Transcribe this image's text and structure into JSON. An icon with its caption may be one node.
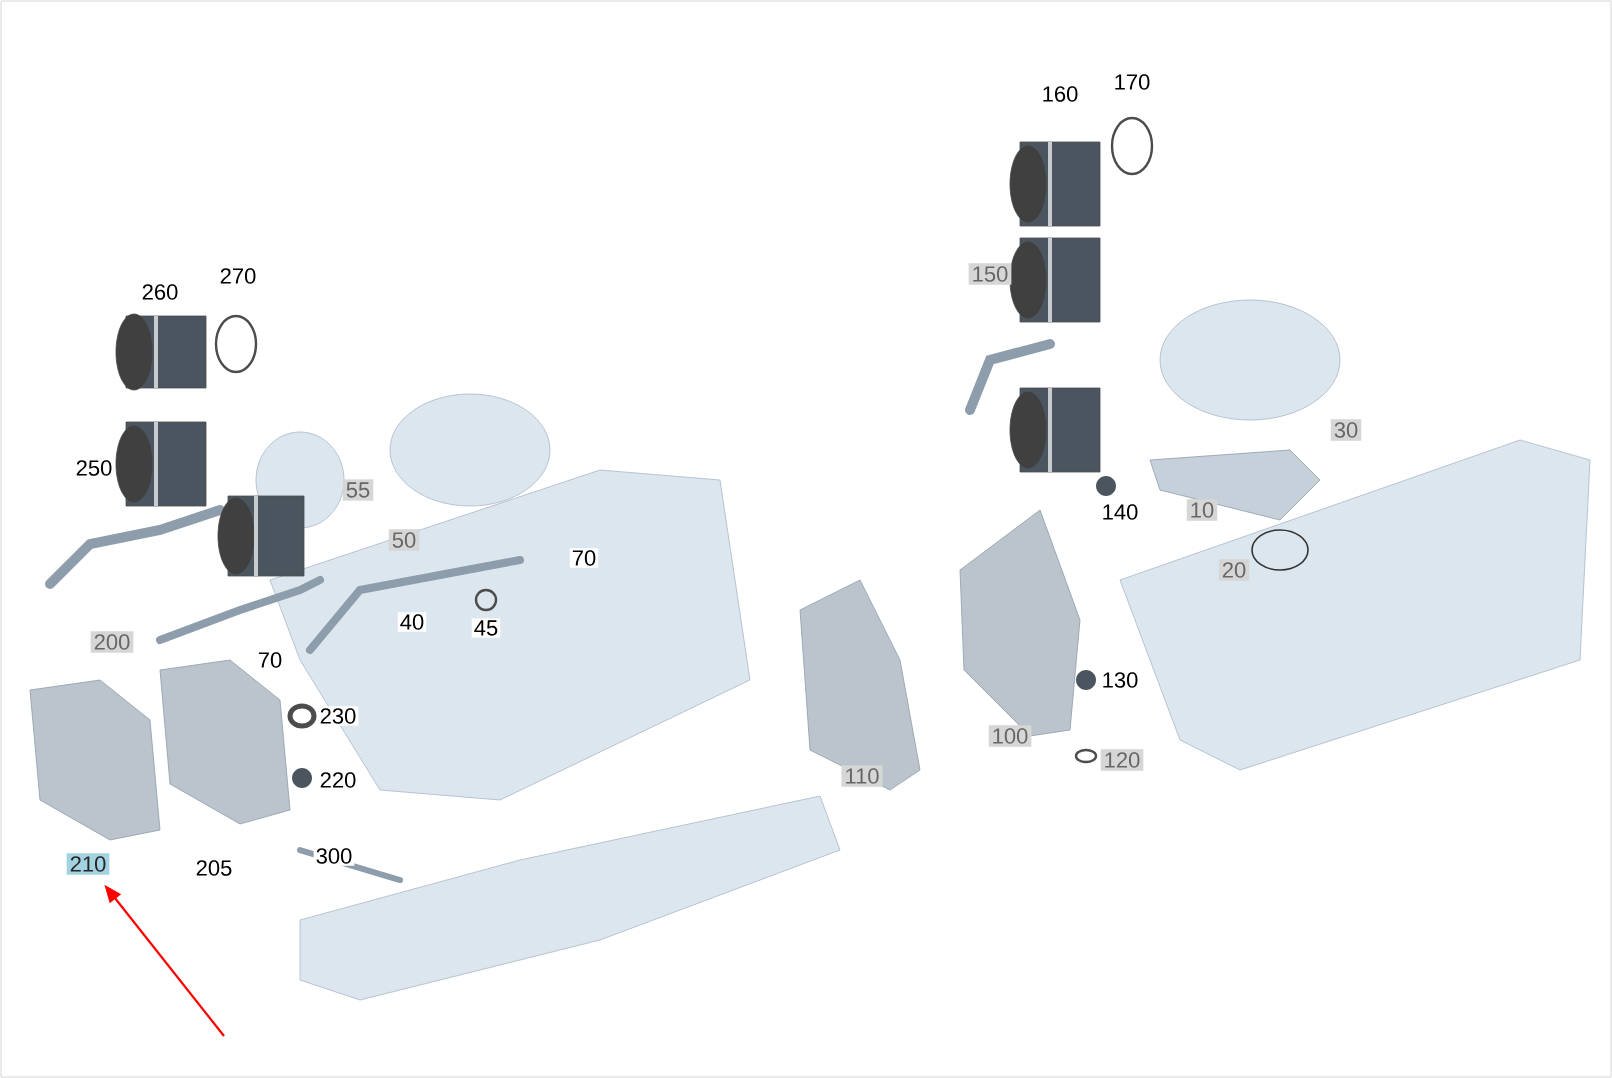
{
  "diagram": {
    "nodes": [
      {
        "text": [
          "150"
        ]
      },
      {
        "text": [
          "30"
        ]
      },
      {
        "text": [
          "55"
        ]
      },
      {
        "text": [
          "50"
        ]
      },
      {
        "text": [
          "10"
        ]
      },
      {
        "text": [
          "20"
        ]
      },
      {
        "text": [
          "200"
        ]
      },
      {
        "text": [
          "100"
        ]
      },
      {
        "text": [
          "120"
        ]
      },
      {
        "text": [
          "110"
        ]
      },
      {
        "text": [
          "210"
        ]
      }
    ],
    "edges": [
      {
        "from": null,
        "to": 10,
        "arrow": "to",
        "color": "#ff0000"
      }
    ],
    "labels": [
      "170",
      "160",
      "270",
      "260",
      "250",
      "140",
      "70",
      "40",
      "45",
      "70",
      "230",
      "130",
      "220",
      "300",
      "205"
    ]
  }
}
